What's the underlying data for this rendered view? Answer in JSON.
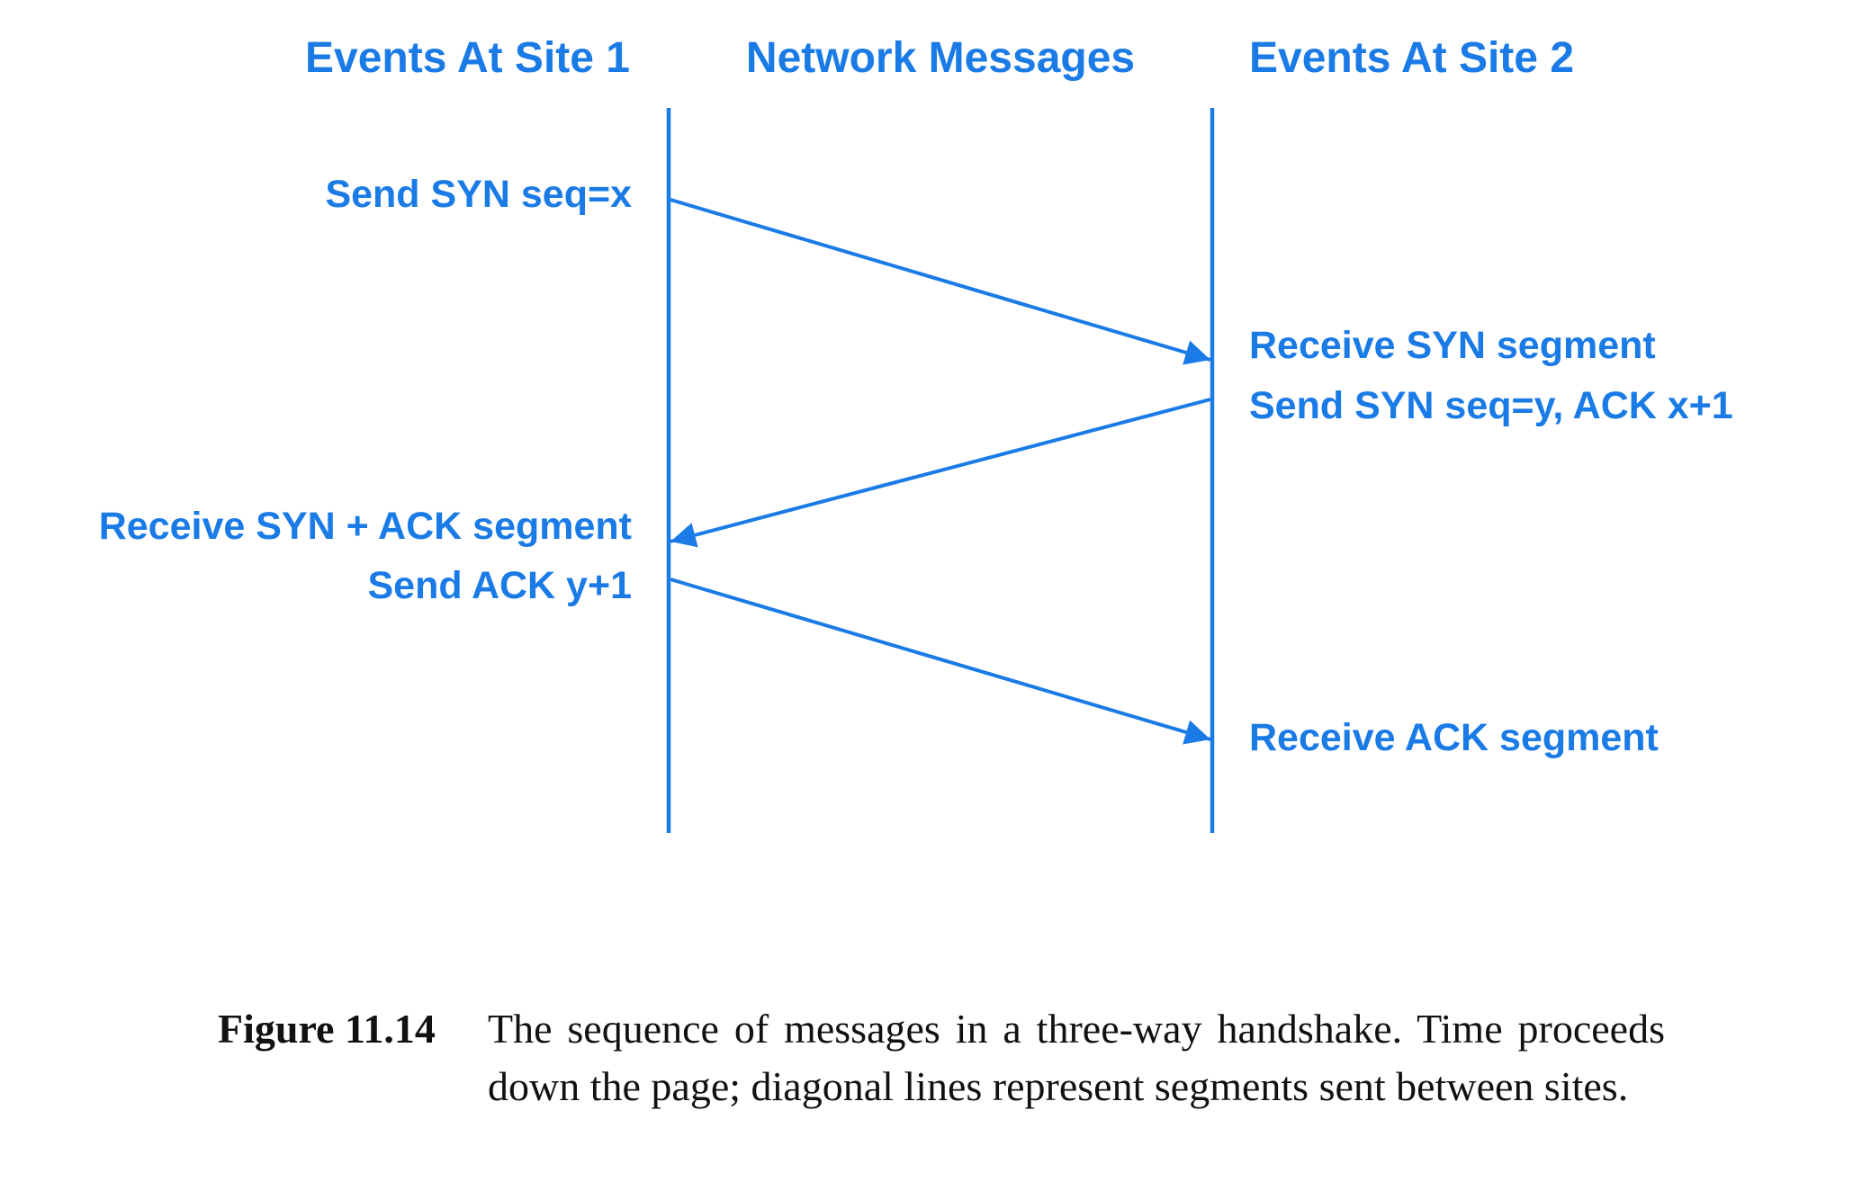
{
  "headers": {
    "site1": "Events At Site 1",
    "network": "Network Messages",
    "site2": "Events At Site 2"
  },
  "events": {
    "send_syn": "Send SYN seq=x",
    "receive_syn": "Receive SYN segment",
    "send_syn_ack": "Send SYN seq=y, ACK x+1",
    "receive_syn_ack": "Receive SYN + ACK segment",
    "send_ack": "Send ACK y+1",
    "receive_ack": "Receive ACK segment"
  },
  "caption": {
    "number": "Figure 11.14",
    "text": "The sequence of messages in a three-way handshake. Time proceeds down the page; diagonal lines represent segments sent between sites."
  },
  "colors": {
    "accent": "#1a7be6",
    "caption_text": "#111111",
    "background": "#ffffff"
  }
}
